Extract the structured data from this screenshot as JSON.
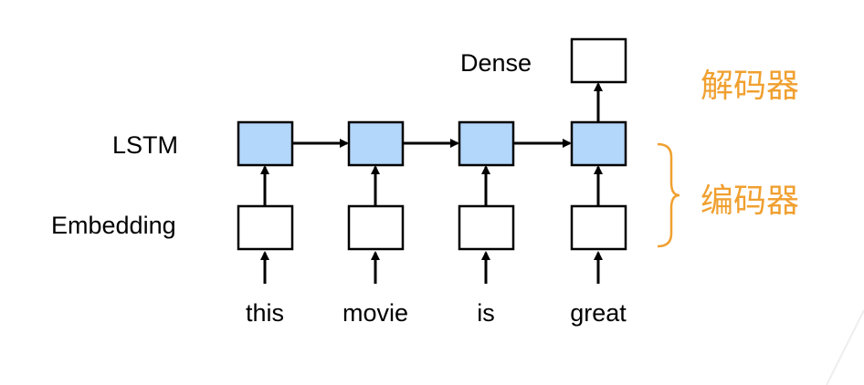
{
  "labels": {
    "dense": "Dense",
    "lstm": "LSTM",
    "embedding": "Embedding",
    "decoder": "解码器",
    "encoder": "编码器"
  },
  "words": [
    "this",
    "movie",
    "is",
    "great"
  ],
  "colors": {
    "lstm_fill": "#b3d7fb",
    "annotation": "#f0a030",
    "stroke": "#000000"
  }
}
